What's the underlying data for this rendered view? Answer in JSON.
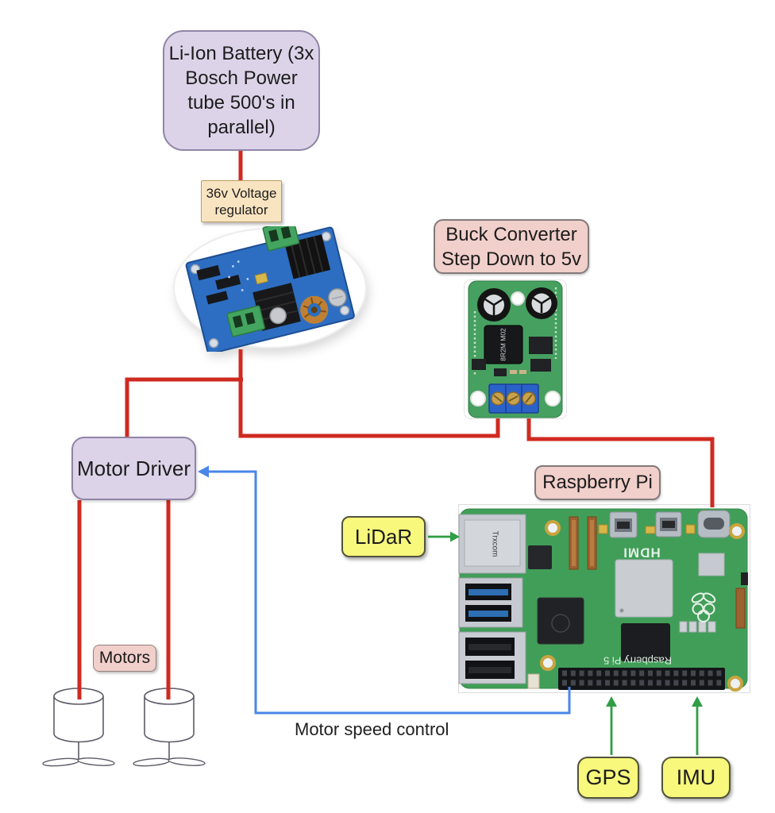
{
  "diagram": {
    "nodes": {
      "battery": {
        "label": "Li-Ion Battery (3x Bosch Power tube 500's in parallel)"
      },
      "regulator": {
        "label": "36v Voltage regulator"
      },
      "buck": {
        "label": "Buck Converter Step Down to 5v"
      },
      "motor_driver": {
        "label": "Motor Driver"
      },
      "raspberry_pi": {
        "label": "Raspberry Pi"
      },
      "lidar": {
        "label": "LiDaR"
      },
      "motors": {
        "label": "Motors"
      },
      "gps": {
        "label": "GPS"
      },
      "imu": {
        "label": "IMU"
      }
    },
    "edge_labels": {
      "motor_speed_control": "Motor speed control"
    },
    "photo_text": {
      "ethernet_brand": "Trxcom",
      "hdmi_silkscreen": "HDMI",
      "pi_silkscreen": "Raspberry Pi 5",
      "inductor_marking": "8R2M M02"
    },
    "colors": {
      "power_line": "#cf2a20",
      "control_line": "#4a86e8",
      "sensor_line": "#2f9e44",
      "lavender_fill": "#dcd3e9",
      "lavender_border": "#8f85a6",
      "pink_fill": "#f1cfca",
      "pink_border": "#807a7a",
      "tan_fill": "#f9e4c1",
      "tan_border": "#bb9d66",
      "yellow_fill": "#f7f87c",
      "yellow_border": "#52543a",
      "text": "#1c1c1c"
    }
  }
}
